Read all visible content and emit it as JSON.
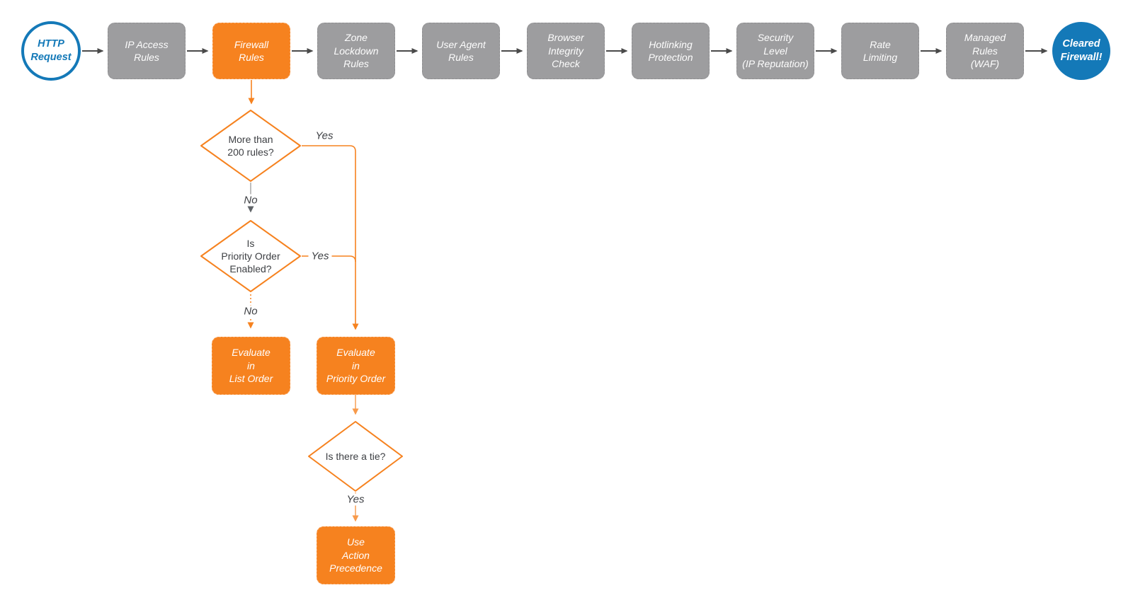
{
  "colors": {
    "orange": "#F6821F",
    "box_gray": "#9D9D9F",
    "blue": "#1479B8",
    "arrow_dark": "#4A4A4A",
    "arrow_gray_line": "#A8A8A8",
    "arrow_gray_head": "#606468",
    "text_dark": "#3E4044"
  },
  "pipeline": {
    "start_label": "HTTP\nRequest",
    "end_label": "Cleared\nFirewall!",
    "steps": [
      {
        "label": "IP Access\nRules"
      },
      {
        "label": "Firewall\nRules"
      },
      {
        "label": "Zone\nLockdown\nRules"
      },
      {
        "label": "User Agent\nRules"
      },
      {
        "label": "Browser\nIntegrity\nCheck"
      },
      {
        "label": "Hotlinking\nProtection"
      },
      {
        "label": "Security\nLevel\n(IP Reputation)"
      },
      {
        "label": "Rate\nLimiting"
      },
      {
        "label": "Managed\nRules\n(WAF)"
      }
    ]
  },
  "firewall_branch": {
    "decision_rule_count": {
      "question": "More than\n200 rules?",
      "yes_label": "Yes",
      "no_label": "No"
    },
    "decision_priority_order": {
      "question": "Is\nPriority Order\nEnabled?",
      "yes_label": "Yes",
      "no_label": "No"
    },
    "evaluate_list_order": {
      "label": "Evaluate\nin\nList Order"
    },
    "evaluate_priority_order": {
      "label": "Evaluate\nin\nPriority Order"
    },
    "decision_tie": {
      "question": "Is there a tie?",
      "yes_label": "Yes"
    },
    "use_action_precedence": {
      "label": "Use\nAction\nPrecedence"
    }
  }
}
